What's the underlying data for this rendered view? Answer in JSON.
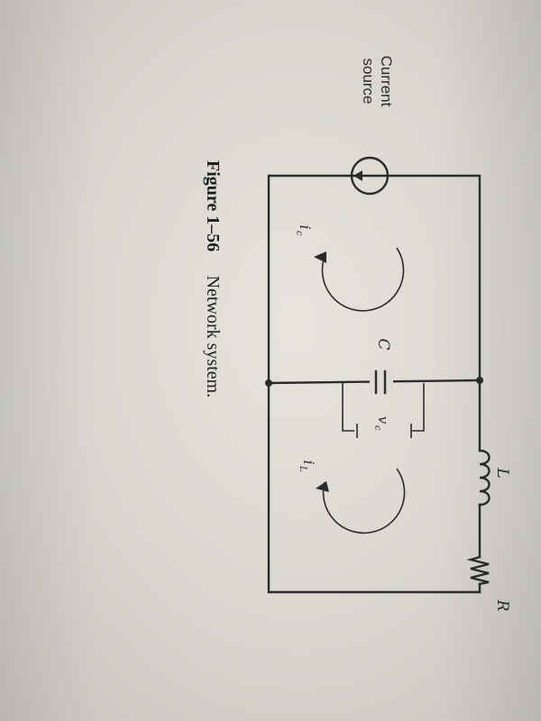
{
  "diagram": {
    "source_label_line1": "Current",
    "source_label_line2": "source",
    "capacitor_label": "C",
    "capacitor_voltage_label": "v",
    "capacitor_voltage_sub": "c",
    "inductor_label": "L",
    "resistor_label": "R",
    "loop1_current_label": "i",
    "loop1_current_sub": "c",
    "loop2_current_label": "i",
    "loop2_current_sub": "L"
  },
  "caption": {
    "figure_number": "Figure 1–56",
    "title": "Network system."
  },
  "colors": {
    "ink": "#2b2b2b",
    "paper": "#e0ded7"
  }
}
